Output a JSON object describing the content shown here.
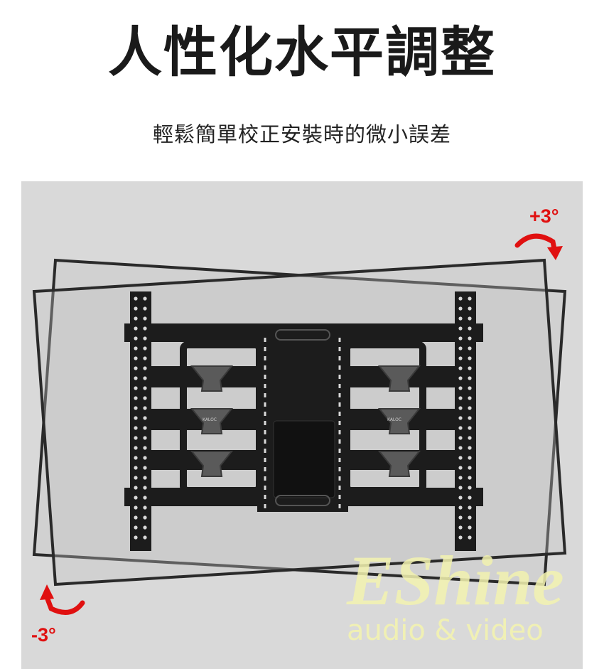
{
  "headline": "人性化水平調整",
  "subheadline": "輕鬆簡單校正安裝時的微小誤差",
  "tilt_positive_label": "+3°",
  "tilt_negative_label": "-3°",
  "bracket_brand_label": "KALOC",
  "watermark": {
    "brand": "EShine",
    "tagline": "audio & video"
  },
  "colors": {
    "accent": "#e01010",
    "background_panel": "#d9d9d9",
    "bracket": "#1c1c1c",
    "clamp": "#5a5a5a",
    "watermark": "#f3f3b0"
  },
  "icons": [
    "rotate-clockwise-arrow-icon",
    "rotate-counterclockwise-arrow-icon"
  ]
}
